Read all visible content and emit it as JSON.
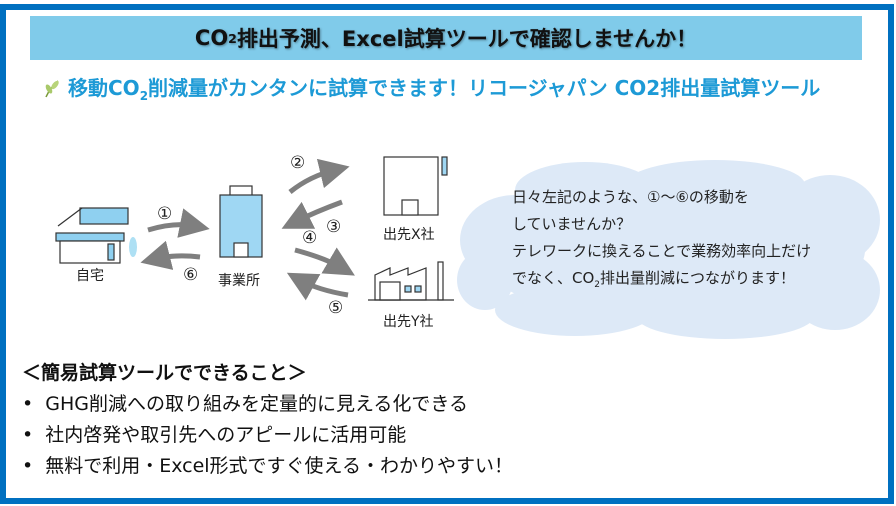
{
  "banner": {
    "pre": "CO",
    "sub": "2",
    "post": "排出予測、Excel試算ツールで確認しませんか！"
  },
  "subtitle": {
    "icon": "leaf-icon",
    "pre": "移動CO",
    "sub": "2",
    "post": "削減量がカンタンに試算できます！リコージャパン CO2排出量試算ツール"
  },
  "diagram": {
    "home": "自宅",
    "office": "事業所",
    "client_x": "出先X社",
    "client_y": "出先Y社",
    "steps": [
      "①",
      "②",
      "③",
      "④",
      "⑤",
      "⑥"
    ]
  },
  "cloud": {
    "line1": "日々左記のような、①～⑥の移動を",
    "line2": "していませんか？",
    "line3": "テレワークに換えることで業務効率向上だけ",
    "line4_pre": "でなく、CO",
    "line4_sub": "2",
    "line4_post": "排出量削減につながります！"
  },
  "features": {
    "heading": "＜簡易試算ツールでできること＞",
    "items": [
      "GHG削減への取り組みを定量的に見える化できる",
      "社内啓発や取引先へのアピールに活用可能",
      "無料で利用・Excel形式ですぐ使える・わかりやすい！"
    ]
  },
  "colors": {
    "border": "#0070c0",
    "banner": "#80cbea",
    "subtitle": "#1d9ad6",
    "cloud": "#dde9f7"
  }
}
